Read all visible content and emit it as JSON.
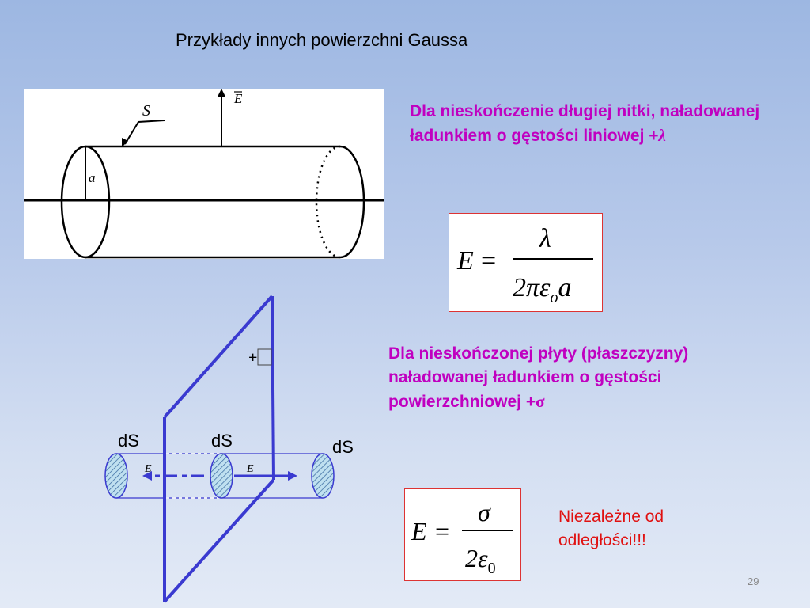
{
  "title": "Przykłady innych powierzchni Gaussa",
  "cylinder_figure": {
    "label_S": "S",
    "label_E": "E",
    "label_a": "a"
  },
  "line_charge": {
    "description_prefix": "Dla nieskończenie długiej nitki, naładowanej ładunkiem o gęstości liniowej +",
    "symbol": "λ",
    "formula": {
      "lhs": "E",
      "equals": "=",
      "numerator": "λ",
      "denominator_main": "2πε",
      "denominator_sub": "o",
      "denominator_tail": "a"
    }
  },
  "plane_charge": {
    "description_prefix": "Dla nieskończonej płyty (płaszczyzny) naładowanej ładunkiem o gęstości powierzchniowej +",
    "symbol": "σ",
    "formula": {
      "lhs": "E",
      "equals": "=",
      "numerator": "σ",
      "denominator_main": "2ε",
      "denominator_sub": "0"
    },
    "note": "Niezależne od odległości!!!"
  },
  "plate_figure": {
    "charge_label": "+",
    "ds_left": "dS",
    "ds_middle": "dS",
    "ds_right": "dS",
    "field_left": "E",
    "field_right": "E"
  },
  "slide_number": "29",
  "colors": {
    "plate": "#3a3ad0",
    "magenta": "#c000c0",
    "red": "#e01010"
  }
}
